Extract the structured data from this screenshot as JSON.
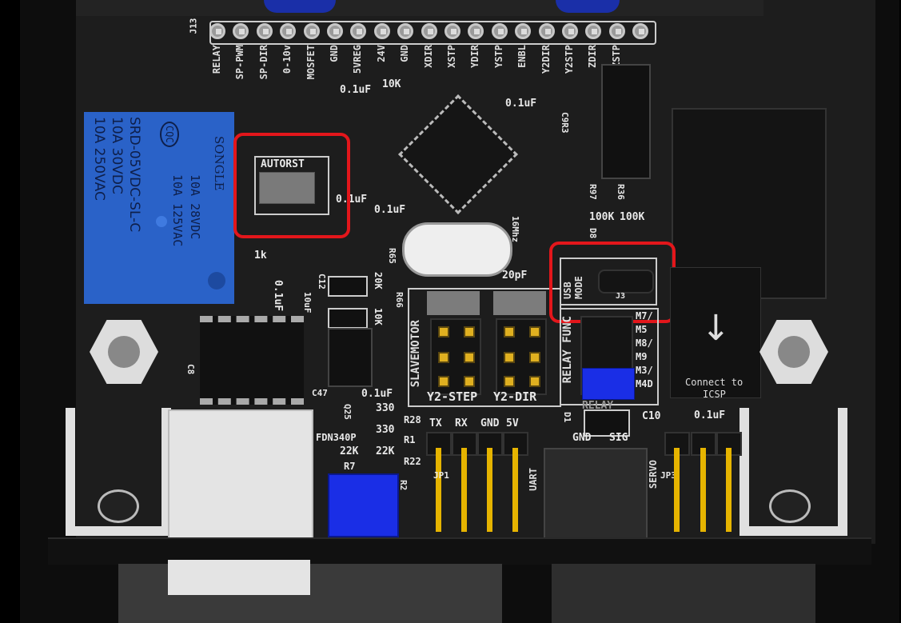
{
  "header_j13": {
    "ref": "J13",
    "pins": [
      "RELAY",
      "SP-PWM",
      "SP-DIR",
      "0-10v",
      "MOSFET",
      "GND",
      "5VREG",
      "24V",
      "GND",
      "XDIR",
      "XSTP",
      "YDIR",
      "YSTP",
      "ENBL",
      "Y2DIR",
      "Y2STP",
      "ZDIR",
      "ZSTP"
    ]
  },
  "relay": {
    "lines": [
      "10A 250VAC",
      "10A 30VDC",
      "SRD-05VDC-SL-C",
      "10A 125VAC",
      "10A 28VDC"
    ],
    "brand": "SONGLE",
    "cert": "CQC"
  },
  "components": {
    "c1": "0.1uF",
    "r27": "10K",
    "c3": "0.1uF",
    "c9r3": "C9R3",
    "c4": "0.1uF",
    "c5": "0.1uF",
    "r23": "1k",
    "c6": "0.1uF",
    "c12": "C12",
    "c7": "10uF",
    "r65": "R65",
    "r20k": "20K",
    "r10k": "10K",
    "r66": "R66",
    "crystal": "16Mhz",
    "c20pf": "20pF",
    "r97": "R97",
    "r36": "R36",
    "r100k_a": "100K",
    "r100k_b": "100K",
    "d8": "D8",
    "c47": "C47",
    "c47v": "0.1uF",
    "c8": "C8",
    "q25": "Q25",
    "fdn": "FDN340P",
    "r330a": "330",
    "r28": "R28",
    "r330b": "330",
    "r1": "R1",
    "r22ka": "22K",
    "r22kb": "22K",
    "r22": "R22",
    "r7": "R7",
    "r2": "R2",
    "d1": "D1",
    "c10": "C10",
    "c10v": "0.1uF",
    "jp1": "JP1",
    "jp3": "JP3",
    "j3": "J3"
  },
  "autorst": {
    "label": "AUTORST"
  },
  "usb_mode": {
    "label": "USB MODE"
  },
  "slave_motor": {
    "label": "SLAVEMOTOR",
    "y2_step": "Y2-STEP",
    "y2_dir": "Y2-DIR"
  },
  "relay_func": {
    "label": "RELAY FUNC",
    "options": [
      "M7/",
      "M5",
      "M8/",
      "M9",
      "M3/",
      "M4D"
    ],
    "bottom": "RELAY"
  },
  "uart": {
    "label": "UART",
    "pins": [
      "TX",
      "RX",
      "GND",
      "5V"
    ]
  },
  "servo": {
    "label": "SERVO",
    "pins": [
      "GND",
      "SIG"
    ]
  },
  "icsp": {
    "label_line1": "Connect to",
    "label_line2": "ICSP"
  },
  "highlight_color": "#e3161b"
}
